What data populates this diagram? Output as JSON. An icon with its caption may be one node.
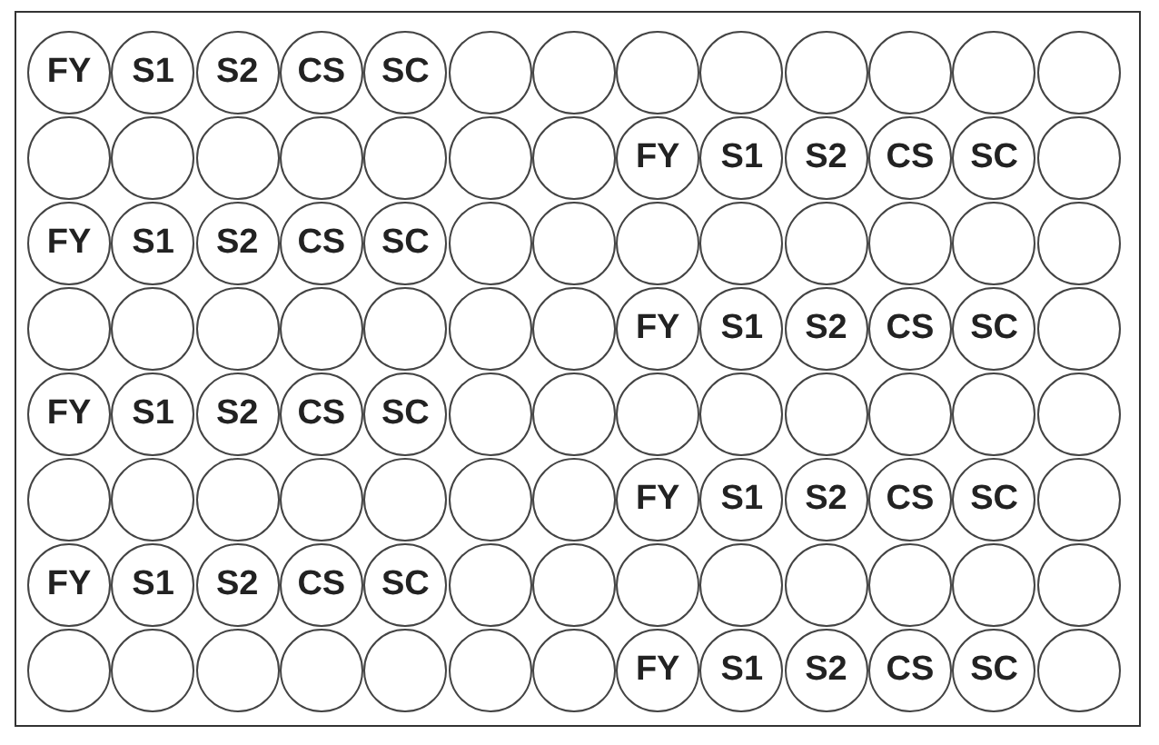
{
  "diagram": {
    "nodes": [
      {
        "text": [
          "FY"
        ]
      },
      {
        "text": [
          "S1"
        ]
      },
      {
        "text": [
          "S2"
        ]
      },
      {
        "text": [
          "CS"
        ]
      },
      {
        "text": [
          "SC"
        ]
      },
      {
        "text": [],
        "shape": "circle"
      },
      {
        "text": [],
        "shape": "circle"
      },
      {
        "text": [],
        "shape": "circle"
      },
      {
        "text": [],
        "shape": "circle"
      },
      {
        "text": [],
        "shape": "circle"
      },
      {
        "text": [],
        "shape": "circle"
      },
      {
        "text": [],
        "shape": "circle"
      },
      {
        "text": [],
        "shape": "circle"
      },
      {
        "text": [],
        "shape": "circle"
      },
      {
        "text": [],
        "shape": "circle"
      },
      {
        "text": [],
        "shape": "circle"
      },
      {
        "text": [],
        "shape": "circle"
      },
      {
        "text": [],
        "shape": "circle"
      },
      {
        "text": [],
        "shape": "circle"
      },
      {
        "text": [],
        "shape": "circle"
      },
      {
        "text": [
          "FY"
        ]
      },
      {
        "text": [
          "S1"
        ]
      },
      {
        "text": [
          "S2"
        ]
      },
      {
        "text": [
          "CS"
        ]
      },
      {
        "text": [
          "SC"
        ]
      },
      {
        "text": [],
        "shape": "circle"
      },
      {
        "text": [
          "FY"
        ]
      },
      {
        "text": [
          "S1"
        ]
      },
      {
        "text": [
          "S2"
        ]
      },
      {
        "text": [
          "CS"
        ]
      },
      {
        "text": [
          "SC"
        ]
      },
      {
        "text": [],
        "shape": "circle"
      },
      {
        "text": [],
        "shape": "circle"
      },
      {
        "text": [],
        "shape": "circle"
      },
      {
        "text": [],
        "shape": "circle"
      },
      {
        "text": [],
        "shape": "circle"
      },
      {
        "text": [],
        "shape": "circle"
      },
      {
        "text": [],
        "shape": "circle"
      },
      {
        "text": [],
        "shape": "circle"
      },
      {
        "text": [],
        "shape": "circle"
      },
      {
        "text": [],
        "shape": "circle"
      },
      {
        "text": [],
        "shape": "circle"
      },
      {
        "text": [],
        "shape": "circle"
      },
      {
        "text": [],
        "shape": "circle"
      },
      {
        "text": [],
        "shape": "circle"
      },
      {
        "text": [],
        "shape": "circle"
      },
      {
        "text": [
          "FY"
        ]
      },
      {
        "text": [
          "S1"
        ]
      },
      {
        "text": [
          "S2"
        ]
      },
      {
        "text": [
          "CS"
        ]
      },
      {
        "text": [
          "SC"
        ]
      },
      {
        "text": [],
        "shape": "circle"
      },
      {
        "text": [
          "FY"
        ]
      },
      {
        "text": [
          "S1"
        ]
      },
      {
        "text": [
          "S2"
        ]
      },
      {
        "text": [
          "CS"
        ]
      },
      {
        "text": [
          "SC"
        ]
      },
      {
        "text": [],
        "shape": "circle"
      },
      {
        "text": [],
        "shape": "circle"
      },
      {
        "text": [],
        "shape": "circle"
      },
      {
        "text": [],
        "shape": "circle"
      },
      {
        "text": [],
        "shape": "circle"
      },
      {
        "text": [],
        "shape": "circle"
      },
      {
        "text": [],
        "shape": "circle"
      },
      {
        "text": [],
        "shape": "circle"
      },
      {
        "text": [],
        "shape": "circle"
      },
      {
        "text": [],
        "shape": "circle"
      },
      {
        "text": [],
        "shape": "circle"
      },
      {
        "text": [],
        "shape": "circle"
      },
      {
        "text": [],
        "shape": "circle"
      },
      {
        "text": [],
        "shape": "circle"
      },
      {
        "text": [],
        "shape": "circle"
      },
      {
        "text": [
          "FY"
        ]
      },
      {
        "text": [
          "S1"
        ]
      },
      {
        "text": [
          "S2"
        ]
      },
      {
        "text": [
          "CS"
        ]
      },
      {
        "text": [
          "SC"
        ]
      },
      {
        "text": [],
        "shape": "circle"
      },
      {
        "text": [
          "FY"
        ]
      },
      {
        "text": [
          "S1"
        ]
      },
      {
        "text": [
          "S2"
        ]
      },
      {
        "text": [
          "CS"
        ]
      },
      {
        "text": [
          "SC"
        ]
      },
      {
        "text": [],
        "shape": "circle"
      },
      {
        "text": [],
        "shape": "circle"
      },
      {
        "text": [],
        "shape": "circle"
      },
      {
        "text": [],
        "shape": "circle"
      },
      {
        "text": [],
        "shape": "circle"
      },
      {
        "text": [],
        "shape": "circle"
      },
      {
        "text": [],
        "shape": "circle"
      },
      {
        "text": [],
        "shape": "circle"
      },
      {
        "text": [],
        "shape": "circle"
      },
      {
        "text": [],
        "shape": "circle"
      },
      {
        "text": [],
        "shape": "circle"
      },
      {
        "text": [],
        "shape": "circle"
      },
      {
        "text": [],
        "shape": "circle"
      },
      {
        "text": [],
        "shape": "circle"
      },
      {
        "text": [],
        "shape": "circle"
      },
      {
        "text": [
          "FY"
        ]
      },
      {
        "text": [
          "S1"
        ]
      },
      {
        "text": [
          "S2"
        ]
      },
      {
        "text": [
          "CS"
        ]
      },
      {
        "text": [
          "SC"
        ]
      },
      {
        "text": [],
        "shape": "circle"
      }
    ]
  }
}
